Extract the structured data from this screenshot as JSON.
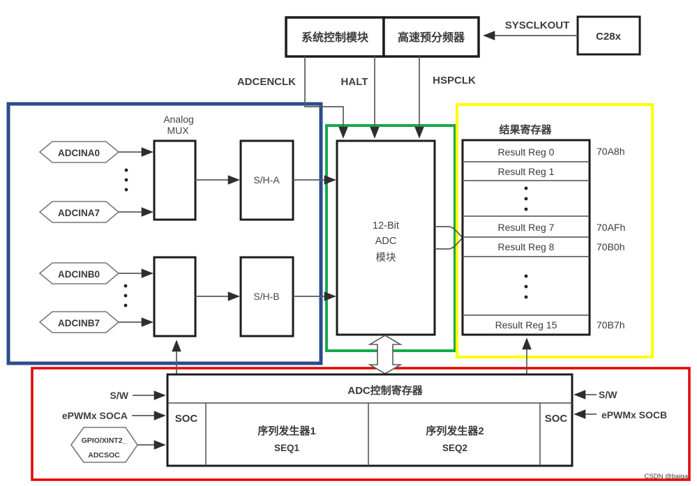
{
  "top": {
    "sys_ctrl": "系统控制模块",
    "prescaler": "高速预分频器",
    "c28x": "C28x",
    "sysclkout": "SYSCLKOUT",
    "adcenclk": "ADCENCLK",
    "halt": "HALT",
    "hspclk": "HSPCLK"
  },
  "analog": {
    "mux_line1": "Analog",
    "mux_line2": "MUX",
    "pin_a0": "ADCINA0",
    "pin_a7": "ADCINA7",
    "pin_b0": "ADCINB0",
    "pin_b7": "ADCINB7",
    "sh_a": "S/H-A",
    "sh_b": "S/H-B"
  },
  "adc_core": {
    "line1": "12-Bit",
    "line2": "ADC",
    "line3": "模块"
  },
  "result": {
    "title": "结果寄存器",
    "rows": [
      {
        "label": "Result Reg 0",
        "addr": "70A8h"
      },
      {
        "label": "Result Reg 1",
        "addr": ""
      },
      {
        "label": "Result Reg 7",
        "addr": "70AFh"
      },
      {
        "label": "Result Reg 8",
        "addr": "70B0h"
      },
      {
        "label": "Result Reg 15",
        "addr": "70B7h"
      }
    ]
  },
  "control": {
    "title": "ADC控制寄存器",
    "soc_left": "SOC",
    "soc_right": "SOC",
    "seq1_name": "序列发生器1",
    "seq1_id": "SEQ1",
    "seq2_name": "序列发生器2",
    "seq2_id": "SEQ2",
    "sw_left": "S/W",
    "soca": "ePWMx SOCA",
    "gpio_line1": "GPIO/XINT2_",
    "gpio_line2": "ADCSOC",
    "sw_right": "S/W",
    "socb": "ePWMx SOCB"
  },
  "watermark": "CSDN @baiga",
  "colors": {
    "blue_frame": "#2b4d8c",
    "green_frame": "#18a94b",
    "yellow_frame": "#ffff00",
    "red_frame": "#e60000",
    "line": "#5a5a5a",
    "box_border": "#1c1c1c",
    "watermark": "#e49c9c"
  }
}
